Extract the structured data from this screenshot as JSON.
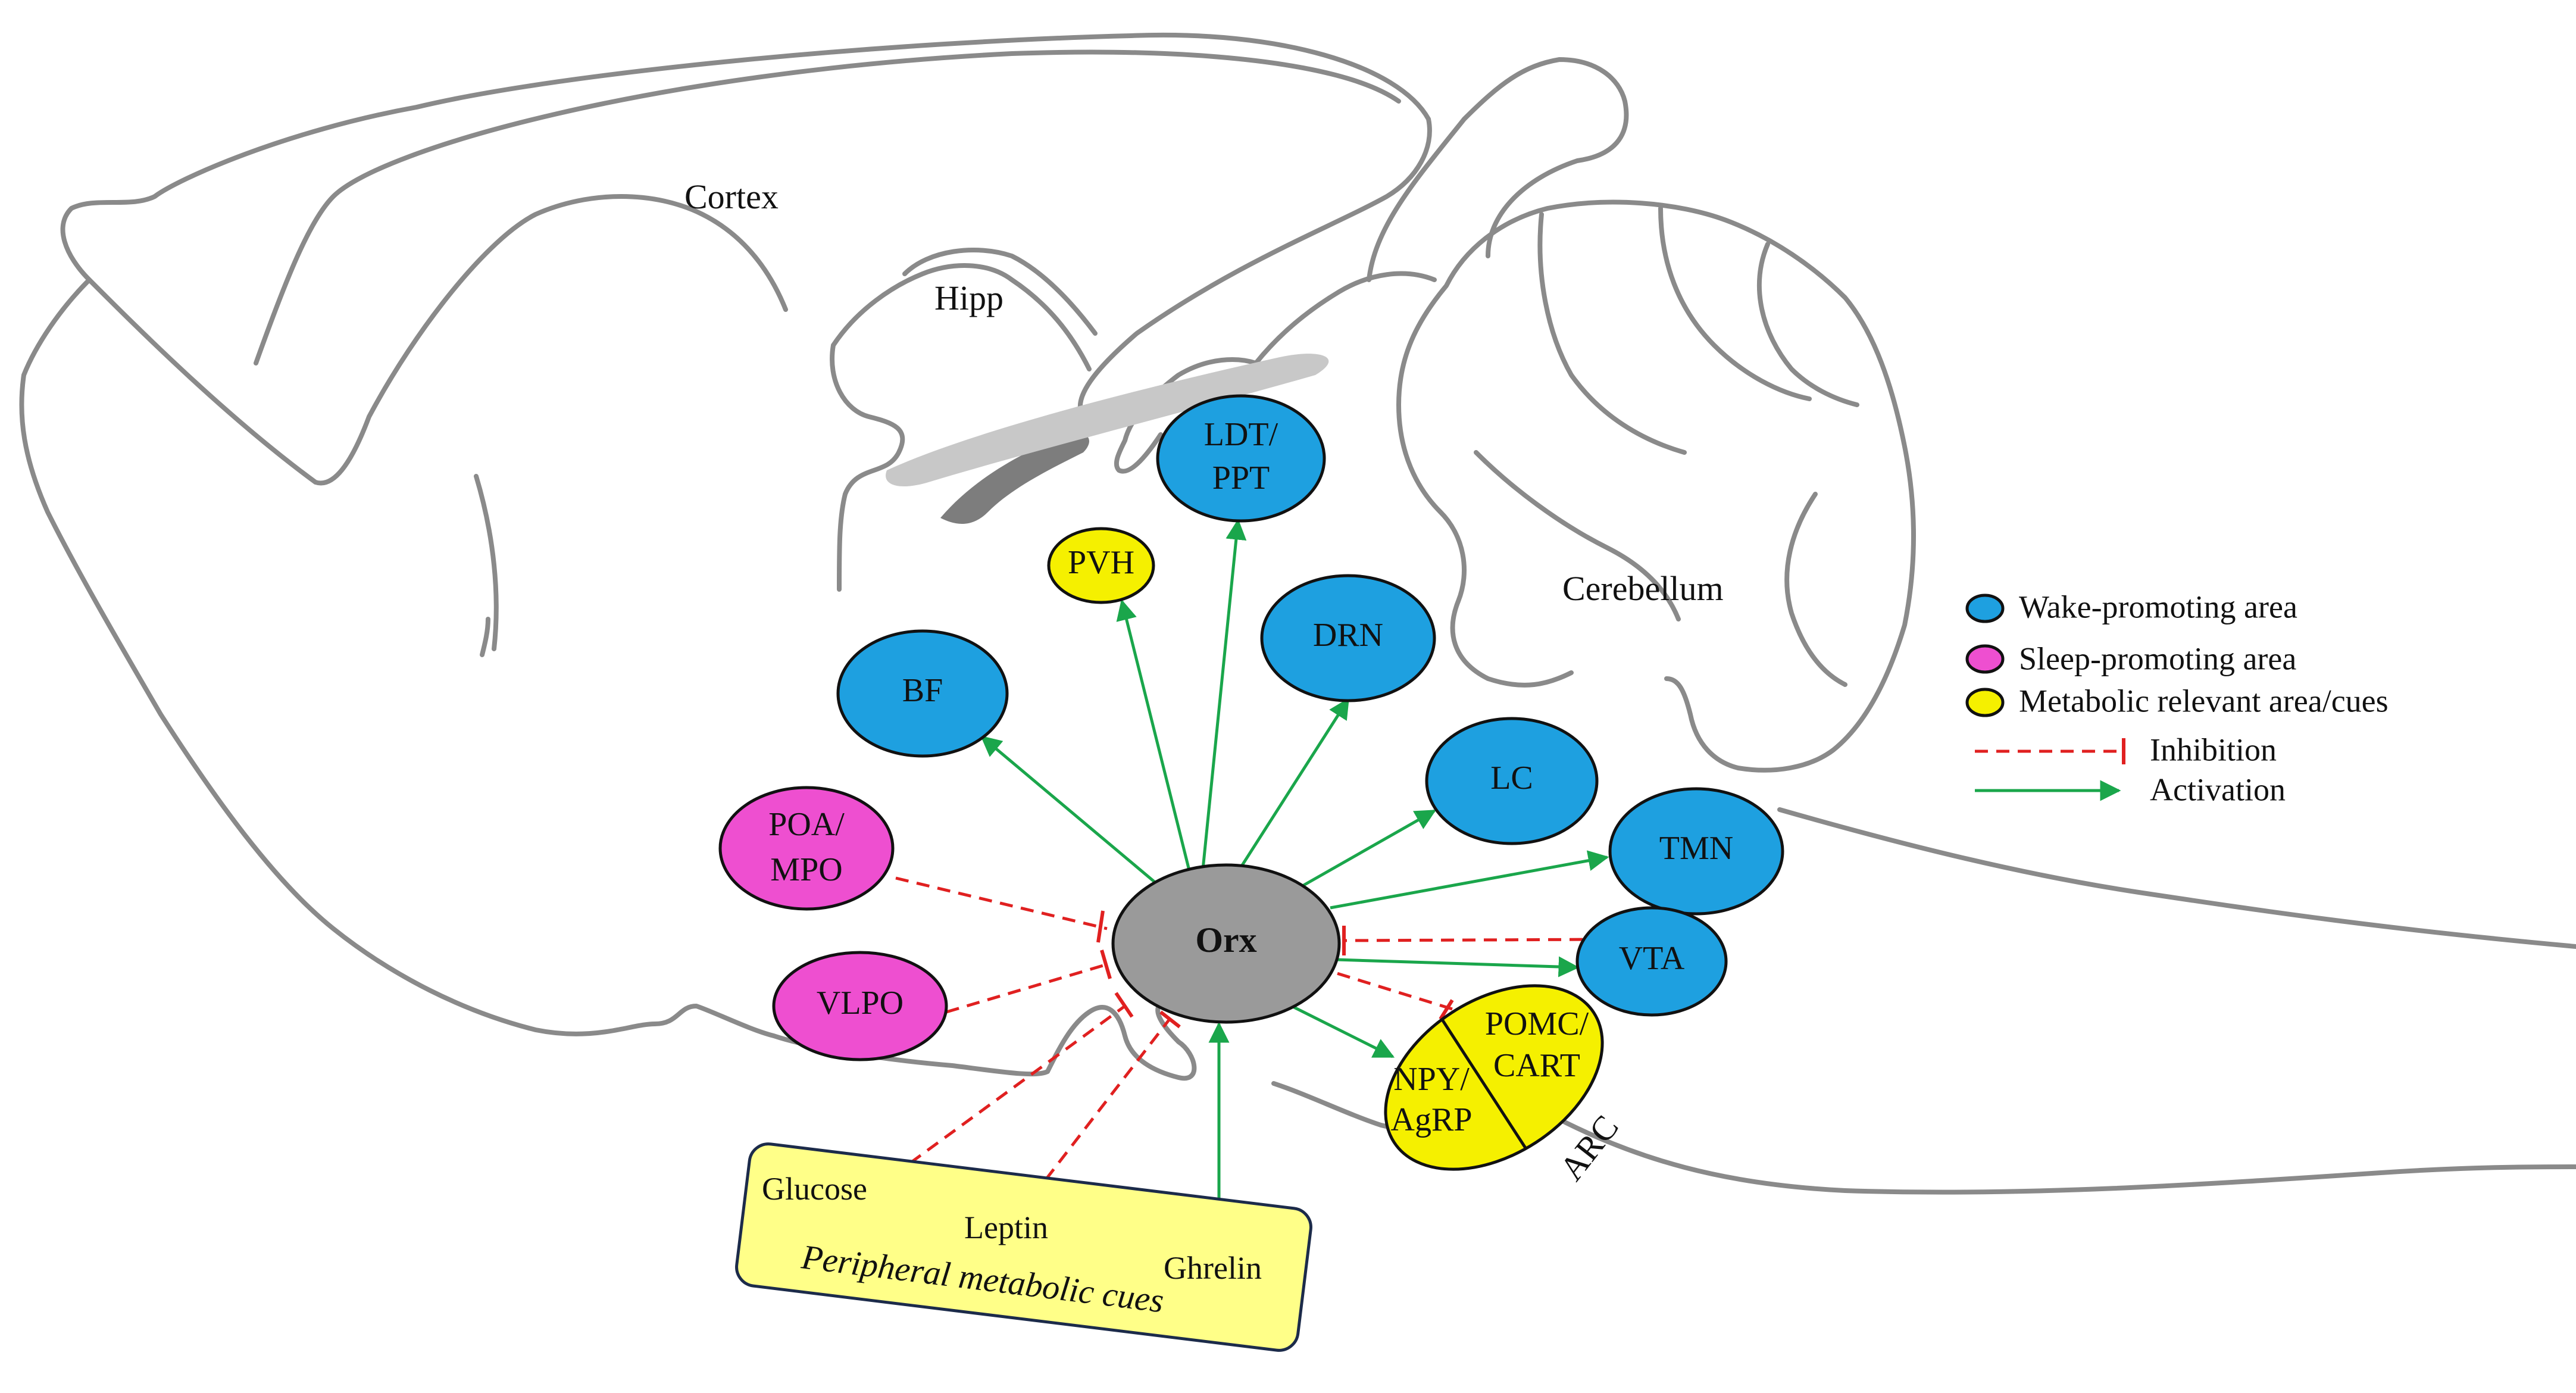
{
  "colors": {
    "wake": "#1ea0e0",
    "sleep": "#ee4fd0",
    "metabolic": "#f5f000",
    "orx": "#9a9a9a",
    "cues_box": "#ffff88",
    "activation": "#1aa64b",
    "inhibition": "#e02020",
    "brain_outline": "#8a8a8a"
  },
  "regions": {
    "cortex": "Cortex",
    "hipp": "Hipp",
    "cerebellum": "Cerebellum"
  },
  "nodes": {
    "orx": "Orx",
    "bf": "BF",
    "pvh": "PVH",
    "ldt_line1": "LDT/",
    "ldt_line2": "PPT",
    "drn": "DRN",
    "lc": "LC",
    "tmn": "TMN",
    "vta": "VTA",
    "poa_line1": "POA/",
    "poa_line2": "MPO",
    "vlpo": "VLPO",
    "arc_label": "ARC",
    "npy_line1": "NPY/",
    "npy_line2": "AgRP",
    "pomc_line1": "POMC/",
    "pomc_line2": "CART"
  },
  "cues": {
    "glucose": "Glucose",
    "leptin": "Leptin",
    "ghrelin": "Ghrelin",
    "title": "Peripheral metabolic cues"
  },
  "legend": {
    "wake": "Wake-promoting area",
    "sleep": "Sleep-promoting area",
    "metabolic": "Metabolic relevant area/cues",
    "inhibition": "Inhibition",
    "activation": "Activation"
  }
}
